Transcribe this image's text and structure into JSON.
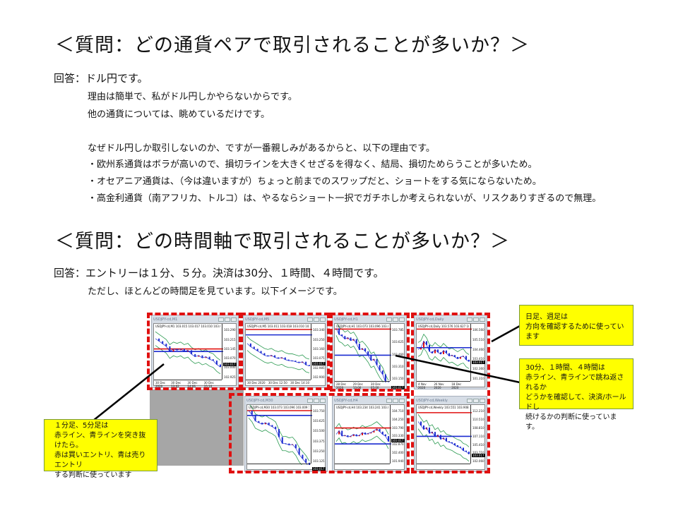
{
  "q1": {
    "title": "＜質問：どの通貨ペアで取引されることが多いか？＞",
    "answer": "回答：ドル円です。",
    "lines": [
      "理由は簡単で、私がドル円しかやらないからです。",
      "他の通貨については、眺めているだけです。",
      "なぜドル円しか取引しないのか、ですが一番親しみがあるからと、以下の理由です。",
      "・欧州系通貨はボラが高いので、損切ラインを大きくせざるを得なく、結局、損切ためらうことが多いため。",
      "・オセアニア通貨は、（今は違いますが）ちょっと前までのスワップだと、ショートをする気にならないため。",
      "・高金利通貨（南アフリカ、トルコ）は、やるならショート一択でガチホしか考えられないが、リスクありすぎるので無理。"
    ]
  },
  "q2": {
    "title": "＜質問：どの時間軸で取引されることが多いか？＞",
    "answer": "回答：エントリーは１分、５分。決済は30分、１時間、４時間です。",
    "line": "ただし、ほとんどの時間足を見ています。以下イメージです。"
  },
  "callouts": {
    "short": [
      "１分足、5分足は",
      "赤ライン、青ラインを突き抜けたら。",
      "赤は買いエントリ、青は売りエントリ",
      "する判断に使っています"
    ],
    "long": [
      "日足、週足は",
      "方向を確認するために使っています"
    ],
    "mid": [
      "30分、１時間、４時間は",
      "赤ライン、青ラインで跳ね返されるか",
      "どうかを確認して、決済/ホールドし",
      "続けるかの判断に使っています。"
    ]
  },
  "colors": {
    "red": "#e01010",
    "blue": "#1a2ad0",
    "green": "#2a9a50",
    "callout": "#ffff00"
  },
  "charts": [
    {
      "id": "m1",
      "title": "USDJPY-cd,M1",
      "header": "USDJPY-cd,M1  103.015 103.017 103.010 103.017",
      "yticks": [
        "103.290",
        "103.215",
        "103.145",
        "103.070",
        "103.000",
        "102.925"
      ],
      "dates": [
        "30 Dec 2020",
        "30 Dec 13:02",
        "30 Dec 14:06",
        "30 Dec 15:10"
      ],
      "current": "103.017",
      "red": 103.14,
      "blue": 103.12,
      "path": [
        103.22,
        103.2,
        103.18,
        103.16,
        103.12,
        103.14,
        103.13,
        103.14,
        103.12,
        103.13,
        103.1,
        103.08,
        103.09,
        103.07,
        103.08,
        103.06,
        103.05,
        103.02,
        103.0
      ]
    },
    {
      "id": "m5",
      "title": "USDJPY-cd,M5",
      "header": "USDJPY-cd,M5  103.011 103.018 103.010 103.0",
      "yticks": [
        "103.340",
        "103.250",
        "103.160",
        "103.075",
        "102.985",
        "102.900"
      ],
      "dates": [
        "30 Dec 2020",
        "30 Dec 12:50",
        "30 Dec 14:10"
      ],
      "current": "103.017",
      "red": 103.34,
      "blue": 103.29,
      "path": [
        103.21,
        103.18,
        103.16,
        103.14,
        103.12,
        103.1,
        103.09,
        103.1,
        103.08,
        103.07,
        103.08,
        103.06,
        103.05,
        103.05,
        103.04,
        103.03,
        103.04,
        103.01,
        103.0
      ]
    },
    {
      "id": "h1",
      "title": "USDJPY-cd,H1",
      "header": "USDJPY-cd,H1  103.073 103.096 103.009 1",
      "yticks": [
        "103.785",
        "103.625",
        "103.460",
        "103.310",
        "103.150"
      ],
      "dates": [
        "28 Dec 2020",
        "29 Dec 13:00",
        "30 Dec 05:00"
      ],
      "current": "103.017",
      "red": 103.79,
      "blue": 103.45,
      "path": [
        103.8,
        103.72,
        103.7,
        103.66,
        103.68,
        103.64,
        103.66,
        103.6,
        103.52,
        103.54,
        103.5,
        103.45,
        103.38,
        103.4,
        103.32,
        103.25,
        103.2,
        103.1,
        103.03
      ]
    },
    {
      "id": "daily",
      "title": "USDJPY-cd,Daily",
      "header": "USDJPY-cd,Daily  103.576 103.627 103",
      "yticks": [
        "106.560",
        "105.510",
        "104.460",
        "103.410",
        "102.360",
        "101.310"
      ],
      "dates": [
        "4 Nov 2020",
        "26 Nov 2020",
        "18 Dec 2020"
      ],
      "current": "103.017",
      "red": 106.6,
      "blue": 104.6,
      "path": [
        104.4,
        104.6,
        105.3,
        104.9,
        104.2,
        104.0,
        104.4,
        104.1,
        103.9,
        104.3,
        104.0,
        103.7,
        103.8,
        103.6,
        103.4,
        103.6,
        103.7,
        103.3,
        103.1
      ]
    },
    {
      "id": "m30",
      "title": "USDJPY-cd,M30",
      "header": "USDJPY-cd,M30  103.073 103.096 103.009 103.0",
      "yticks": [
        "103.750",
        "103.625",
        "103.500",
        "103.375",
        "103.250",
        "103.125"
      ],
      "dates": [],
      "current": "103.017",
      "red": 103.75,
      "blue": 103.69,
      "path": [
        103.75,
        103.7,
        103.62,
        103.6,
        103.58,
        103.6,
        103.57,
        103.55,
        103.52,
        103.42,
        103.34,
        103.34,
        103.32,
        103.33,
        103.28,
        103.2,
        103.15,
        103.1,
        103.03
      ]
    },
    {
      "id": "h4",
      "title": "USDJPY-cd,H4",
      "header": "USDJPY-cd,H4  103.234 103.241 103.009",
      "yticks": [
        "104.710",
        "104.250",
        "103.790",
        "103.330",
        "102.870",
        "102.400",
        "101.940"
      ],
      "dates": [],
      "current": "103.017",
      "red": 103.75,
      "blue": 102.87,
      "path": [
        103.4,
        103.6,
        103.3,
        103.35,
        103.25,
        103.3,
        103.4,
        103.3,
        103.35,
        103.5,
        103.4,
        103.45,
        103.5,
        103.6,
        103.7,
        103.55,
        103.4,
        103.3,
        103.0
      ]
    },
    {
      "id": "weekly",
      "title": "USDJPY-cd,Weekly",
      "header": "USDJPY-cd,Weekly  103.551 103.908 10",
      "yticks": [
        "112.210",
        "110.510",
        "108.810",
        "107.110",
        "105.410",
        "103.710",
        "102.060"
      ],
      "dates": [],
      "current": "103.017",
      "red": 111.8,
      "blue": 107.0,
      "path": [
        110.0,
        109.2,
        108.4,
        108.8,
        107.6,
        107.9,
        106.9,
        107.3,
        106.4,
        106.7,
        106.0,
        105.8,
        105.6,
        105.2,
        104.9,
        104.7,
        104.1,
        103.9,
        103.4
      ]
    }
  ]
}
